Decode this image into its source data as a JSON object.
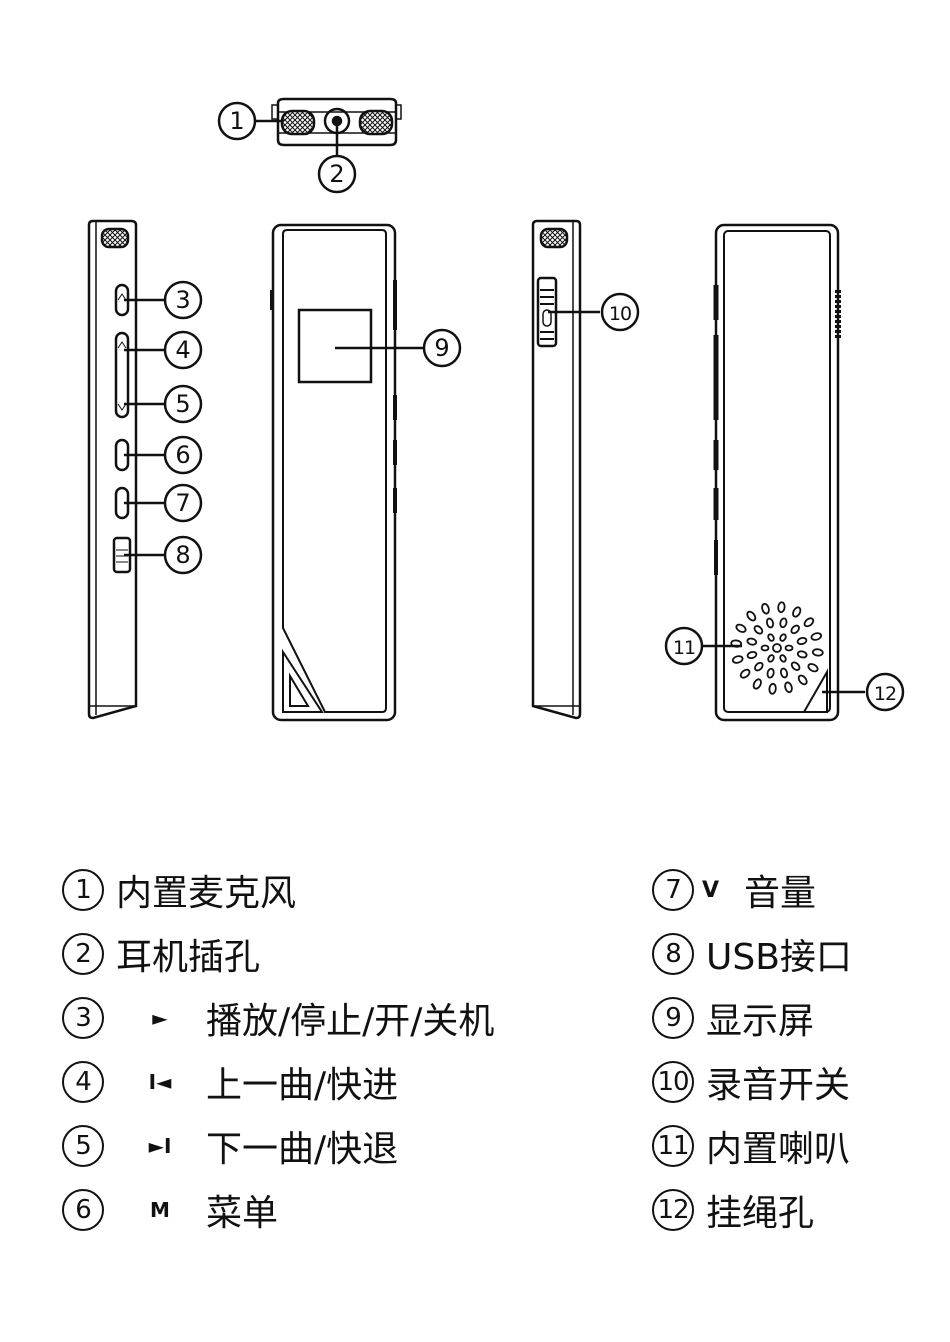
{
  "callouts": [
    "1",
    "2",
    "3",
    "4",
    "5",
    "6",
    "7",
    "8",
    "9",
    "10",
    "11",
    "12"
  ],
  "legend_left": [
    {
      "num": "1",
      "label": "内置麦克风"
    },
    {
      "num": "2",
      "label": "耳机插孔"
    },
    {
      "num": "3",
      "icon": "►",
      "icon_name": "play-icon",
      "label": "播放/停止/开/关机"
    },
    {
      "num": "4",
      "icon": "I◄",
      "icon_name": "previous-track-icon",
      "label": "上一曲/快进"
    },
    {
      "num": "5",
      "icon": "►I",
      "icon_name": "next-track-icon",
      "label": "下一曲/快退"
    },
    {
      "num": "6",
      "icon": "M",
      "icon_name": "menu-m-icon",
      "label": "菜单"
    }
  ],
  "legend_right": [
    {
      "num": "7",
      "icon": "V",
      "icon_name": "volume-v-icon",
      "label": "音量"
    },
    {
      "num": "8",
      "label": "USB接口"
    },
    {
      "num": "9",
      "label": "显示屏"
    },
    {
      "num": "10",
      "label": "录音开关"
    },
    {
      "num": "11",
      "label": "内置喇叭"
    },
    {
      "num": "12",
      "label": "挂绳孔"
    }
  ]
}
